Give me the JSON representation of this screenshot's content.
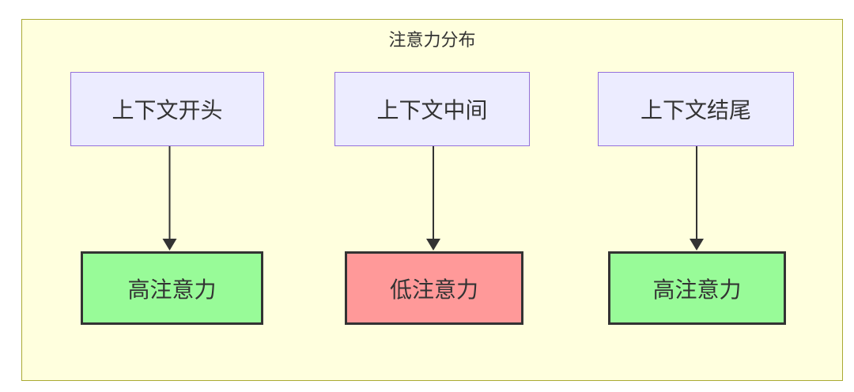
{
  "diagram": {
    "type": "flowchart",
    "title": "注意力分布",
    "top_nodes": [
      {
        "id": "start",
        "label": "上下文开头"
      },
      {
        "id": "middle",
        "label": "上下文中间"
      },
      {
        "id": "end",
        "label": "上下文结尾"
      }
    ],
    "bottom_nodes": [
      {
        "id": "att-start",
        "label": "高注意力",
        "level": "high"
      },
      {
        "id": "att-middle",
        "label": "低注意力",
        "level": "low"
      },
      {
        "id": "att-end",
        "label": "高注意力",
        "level": "high"
      }
    ],
    "edges": [
      {
        "from": "上下文开头",
        "to": "高注意力"
      },
      {
        "from": "上下文中间",
        "to": "低注意力"
      },
      {
        "from": "上下文结尾",
        "to": "高注意力"
      }
    ]
  },
  "colors": {
    "container_fill": "#ffffde",
    "container_border": "#aaaa33",
    "context_node_fill": "#ececff",
    "context_node_border": "#9370db",
    "high_attention_fill": "#98fb98",
    "low_attention_fill": "#ff9999",
    "attention_node_border": "#333333",
    "edge_color": "#333333",
    "text_color": "#333333"
  }
}
